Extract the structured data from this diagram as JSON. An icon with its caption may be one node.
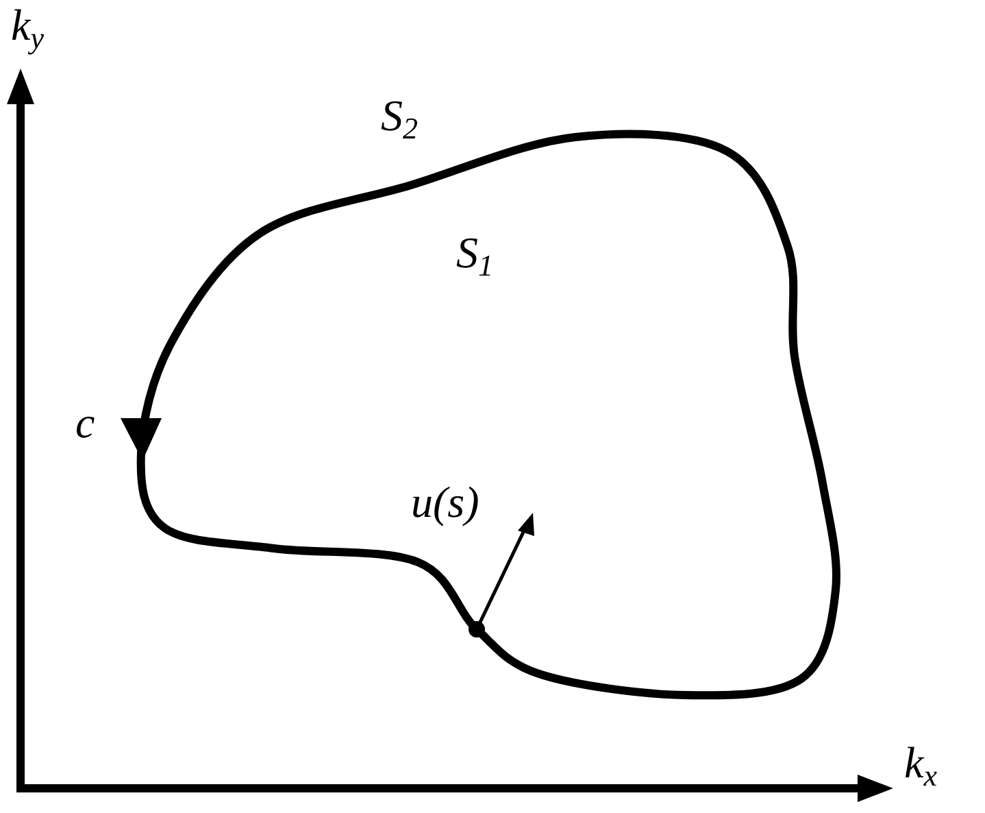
{
  "diagram": {
    "labels": [
      "k$_{y}$",
      "S$_{2}$",
      "S$_{1}$",
      "c",
      "u(s)",
      "k$_{x}$"
    ]
  }
}
